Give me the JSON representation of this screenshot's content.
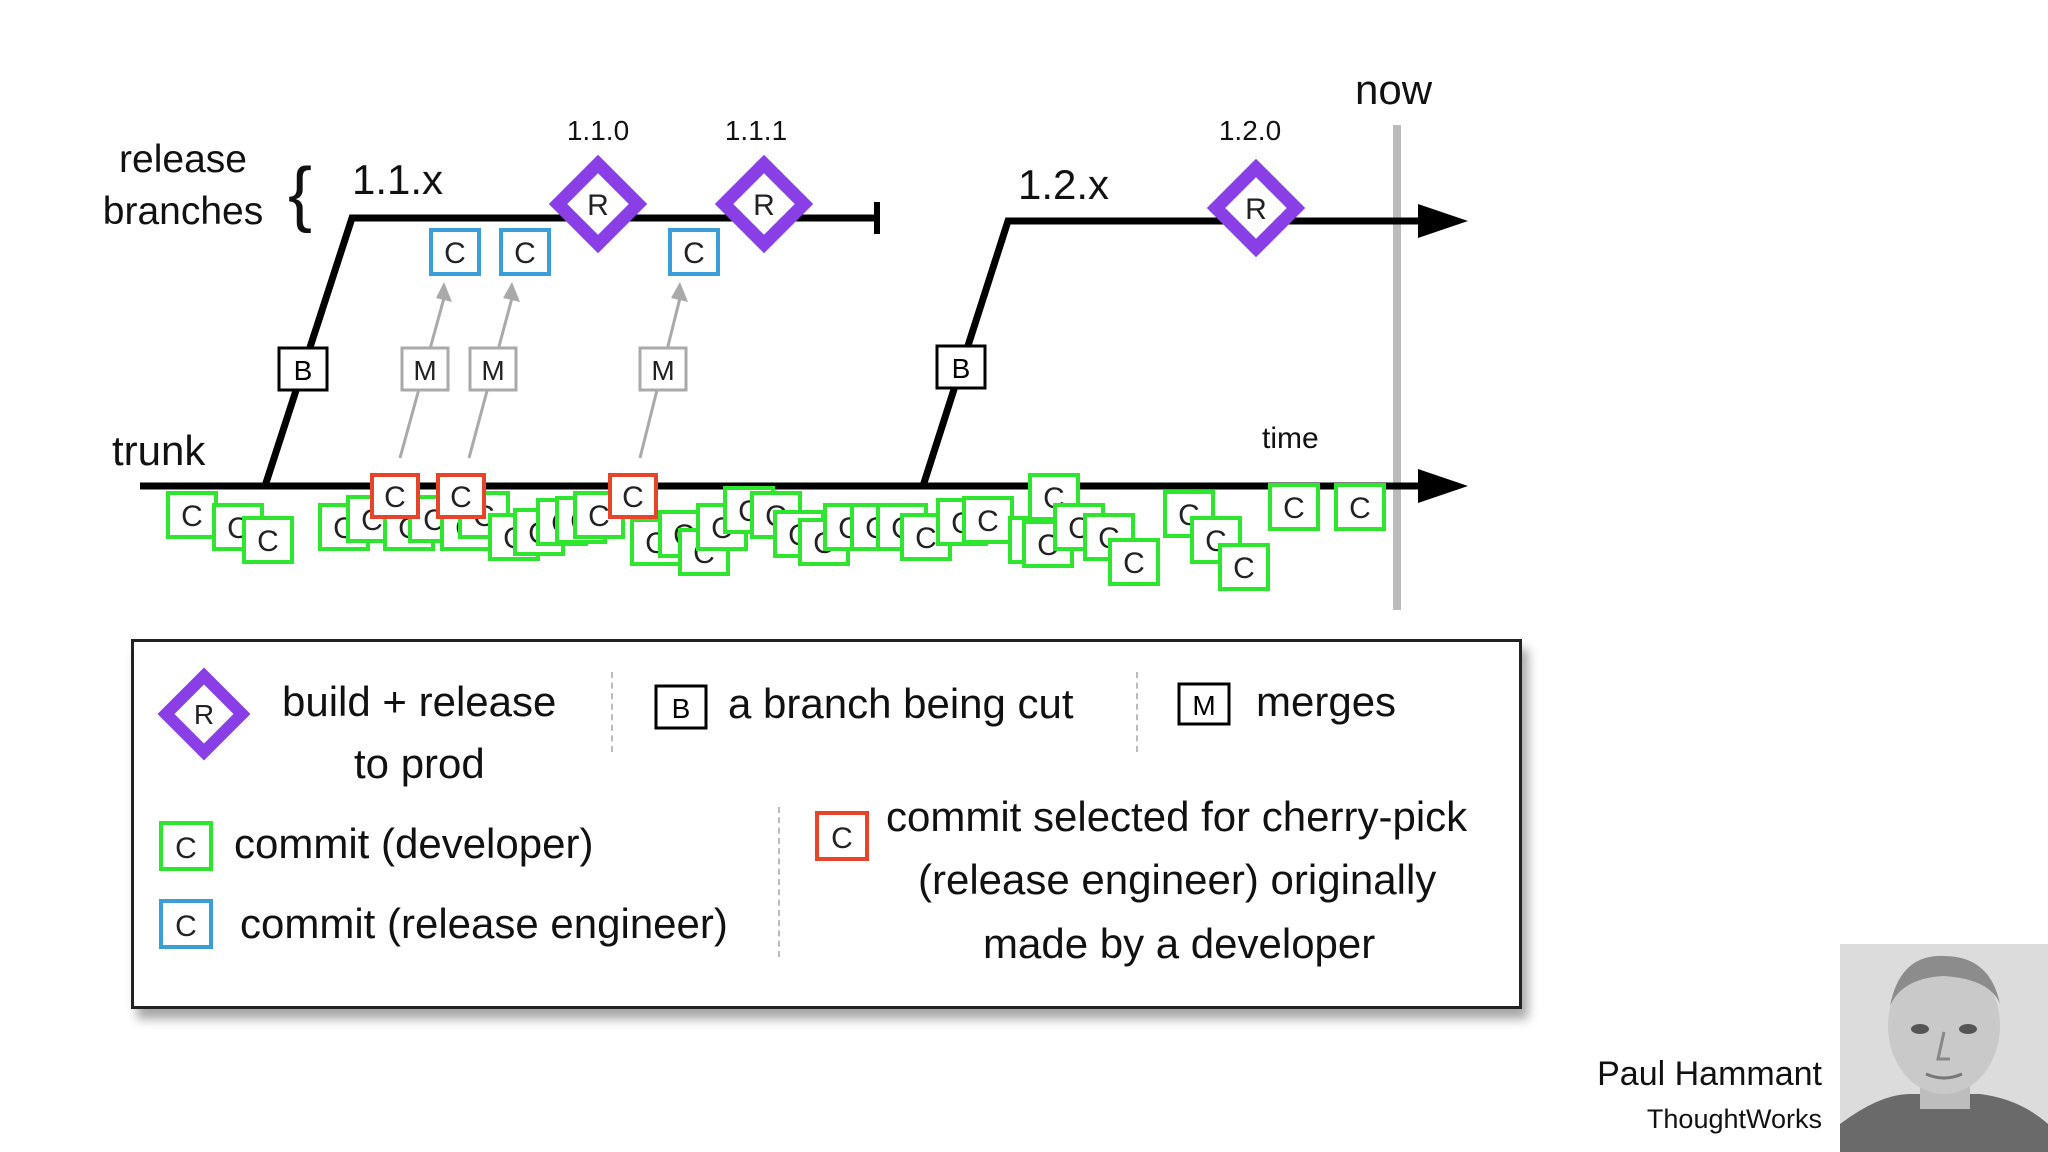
{
  "diagram": {
    "release_label_line1": "release",
    "release_label_line2": "branches",
    "brace": "{",
    "branch_11": "1.1.x",
    "branch_12": "1.2.x",
    "trunk_label": "trunk",
    "now_label": "now",
    "time_label": "time",
    "release_versions": [
      "1.1.0",
      "1.1.1",
      "1.2.0"
    ],
    "release_marker": "R",
    "branch_marker": "B",
    "merge_marker": "M",
    "commit_marker": "C"
  },
  "legend": {
    "release_line1": "build + release",
    "release_line2": "to prod",
    "branch_text": "a branch being cut",
    "merges_text": "merges",
    "commit_dev_text": "commit (developer)",
    "commit_rel_text": "commit (release engineer)",
    "cherry_line1": "commit selected for cherry-pick",
    "cherry_line2": "(release engineer) originally",
    "cherry_line3": "made by a developer"
  },
  "presenter": {
    "name": "Paul Hammant",
    "organization": "ThoughtWorks"
  },
  "colors": {
    "release_purple": "#8a3fe6",
    "commit_developer": "#2ee62e",
    "commit_release_engineer": "#3a9fd8",
    "commit_cherry_pick": "#e8442a",
    "now_line": "#bbbbbb",
    "merge_arrow": "#a9a9a9"
  }
}
